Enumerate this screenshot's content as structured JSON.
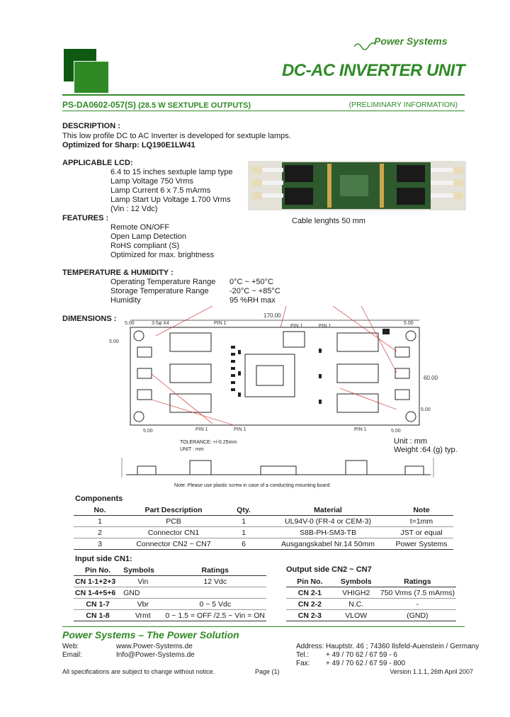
{
  "header": {
    "brand": "Power Systems",
    "title": "DC-AC INVERTER UNIT",
    "model_code": "PS-DA0602-057(S)",
    "model_desc": "(28.5 W SEXTUPLE OUTPUTS)",
    "prelim": "(PRELIMINARY INFORMATION)"
  },
  "description": {
    "heading": "DESCRIPTION :",
    "line1": "This low profile DC to AC Inverter is developed for sextuple lamps.",
    "line2": "Optimized for Sharp: LQ190E1LW41"
  },
  "lcd": {
    "heading": "APPLICABLE LCD:",
    "lines": [
      "6.4 to 15 inches sextuple lamp type",
      "Lamp Voltage  750 Vrms",
      "Lamp Current   6 x 7.5 mArms",
      "Lamp Start Up Voltage 1.700 Vrms",
      "(Vin : 12 Vdc)"
    ],
    "caption": "Cable lenghts 50 mm"
  },
  "features": {
    "heading": "FEATURES :",
    "items": [
      "Remote ON/OFF",
      "Open Lamp Detection",
      "RoHS compliant (S)",
      "Optimized for max. brightness"
    ]
  },
  "temperature": {
    "heading": "TEMPERATURE & HUMIDITY :",
    "rows": [
      {
        "label": "Operating Temperature Range",
        "value": "0°C ~ +50°C"
      },
      {
        "label": "Storage Temperature Range",
        "value": "-20°C ~ +85°C"
      },
      {
        "label": "Humidity",
        "value": "95 %RH max"
      }
    ]
  },
  "dimensions": {
    "heading": "DIMENSIONS :",
    "width": "170.00",
    "height": "60.00",
    "margin_a": "5.00",
    "hole": "3.5φ X4",
    "pin1": "PIN 1",
    "unit": "Unit : mm",
    "weight": "Weight :64 (g) typ.",
    "tolerance": "TOLERANCE: +/-0.25mm",
    "unit_small": "UNIT : mm",
    "note": "Note: Please use plastic screw in case of a conducting mounting board"
  },
  "components": {
    "heading": "Components",
    "headers": [
      "No.",
      "Part Description",
      "Qty.",
      "Material",
      "Note"
    ],
    "rows": [
      [
        "1",
        "PCB",
        "1",
        "UL94V-0 (FR-4 or CEM-3)",
        "t=1mm"
      ],
      [
        "2",
        "Connector CN1",
        "1",
        "S8B-PH-SM3-TB",
        "JST or equal"
      ],
      [
        "3",
        "Connector CN2 ~ CN7",
        "6",
        "Ausgangskabel Nr.14 50mm",
        "Power Systems"
      ]
    ]
  },
  "input_side": {
    "heading": "Input side CN1:",
    "headers": [
      "Pin No.",
      "Symbols",
      "Ratings"
    ],
    "rows": [
      [
        "CN 1-1+2+3",
        "Vin",
        "12 Vdc"
      ],
      [
        "CN 1-4+5+6",
        "GND",
        ""
      ],
      [
        "CN 1-7",
        "Vbr",
        "0 ~ 5 Vdc"
      ],
      [
        "CN 1-8",
        "Vrmt",
        "0 ~ 1.5 = OFF /2.5 ~ Vin = ON"
      ]
    ]
  },
  "output_side": {
    "heading": "Output side CN2 ~ CN7",
    "headers": [
      "Pin No.",
      "Symbols",
      "Ratings"
    ],
    "rows": [
      [
        "CN 2-1",
        "VHIGH2",
        "750 Vrms (7.5 mArms)"
      ],
      [
        "CN 2-2",
        "N.C.",
        "-"
      ],
      [
        "CN 2-3",
        "VLOW",
        "(GND)"
      ]
    ]
  },
  "footer": {
    "slogan": "Power Systems – The Power Solution",
    "web_label": "Web:",
    "web": "www.Power-Systems.de",
    "email_label": "Email:",
    "email": "Info@Power-Systems.de",
    "address_label": "Address:",
    "address": "Hauptstr. 46 ; 74360 Ilsfeld-Auenstein / Germany",
    "tel_label": "Tel.:",
    "tel": "+ 49 / 70 62 / 67 59 - 6",
    "fax_label": "Fax:",
    "fax": "+ 49 / 70 62 / 67 59 - 800",
    "disclaimer": "All specifications are subject to change without notice.",
    "page": "Page (1)",
    "version": "Version 1.1.1, 26th April 2007"
  },
  "colors": {
    "brand_green": "#2f8a26",
    "dark_green": "#0f5a12"
  }
}
